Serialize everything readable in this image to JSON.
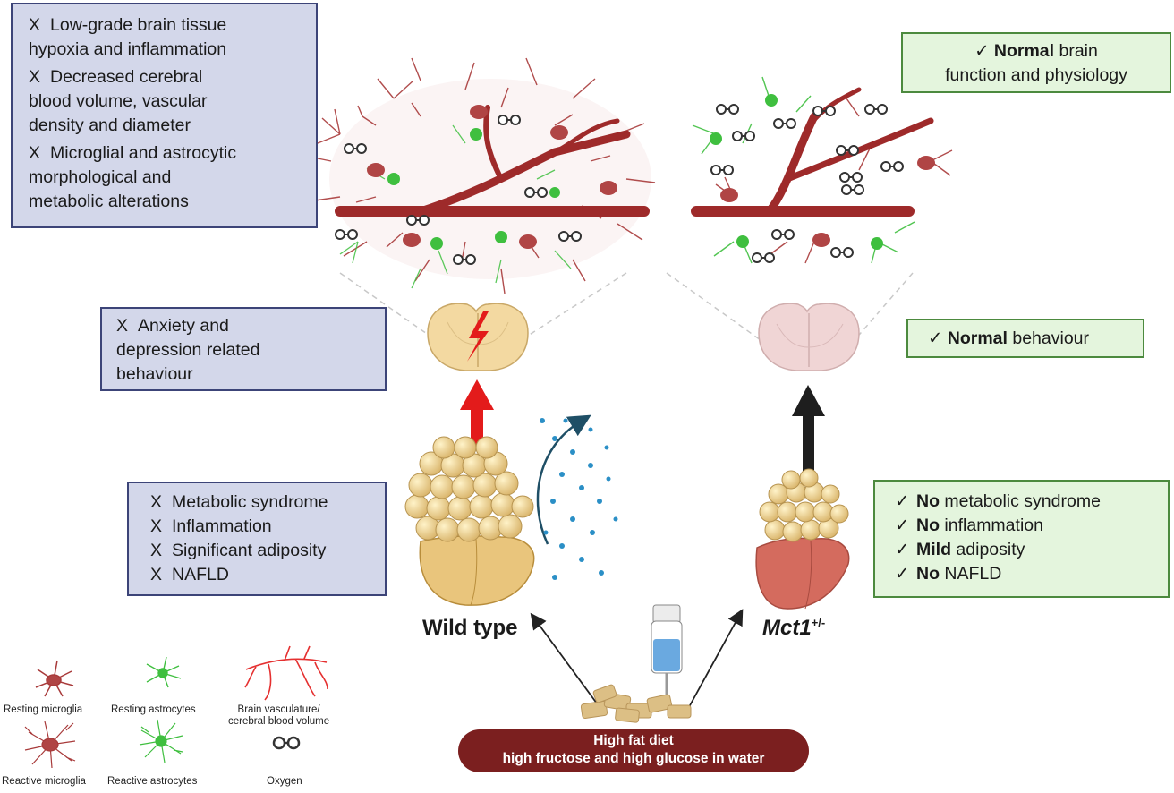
{
  "left_top_box": {
    "items": [
      {
        "mark": "X",
        "lines": [
          "Low-grade brain tissue",
          "hypoxia and inflammation"
        ]
      },
      {
        "mark": "X",
        "lines": [
          "Decreased cerebral",
          "blood volume, vascular",
          "density and diameter"
        ]
      },
      {
        "mark": "X",
        "lines": [
          "Microglial and astrocytic",
          "morphological and",
          "metabolic alterations"
        ]
      }
    ]
  },
  "left_mid_box": {
    "mark": "X",
    "lines": [
      "Anxiety and",
      "depression related",
      "behaviour"
    ]
  },
  "left_low_box": {
    "items": [
      {
        "mark": "X",
        "text": "Metabolic syndrome"
      },
      {
        "mark": "X",
        "text": "Inflammation"
      },
      {
        "mark": "X",
        "text": "Significant adiposity"
      },
      {
        "mark": "X",
        "text": "NAFLD"
      }
    ]
  },
  "right_top_box": {
    "mark": "✓",
    "bold": "Normal",
    "line1_rest": " brain",
    "line2": "function and physiology"
  },
  "right_mid_box": {
    "mark": "✓",
    "bold": "Normal",
    "rest": " behaviour"
  },
  "right_low_box": {
    "items": [
      {
        "mark": "✓",
        "bold": "No",
        "rest": " metabolic syndrome"
      },
      {
        "mark": "✓",
        "bold": "No",
        "rest": " inflammation"
      },
      {
        "mark": "✓",
        "bold": "Mild",
        "rest": " adiposity"
      },
      {
        "mark": "✓",
        "bold": "No",
        "rest": " NAFLD"
      }
    ]
  },
  "labels": {
    "wild_type": "Wild type",
    "mct1_name": "Mct1",
    "mct1_sup": "+/-"
  },
  "diet": {
    "line1": "High fat diet",
    "line2": "high fructose and high glucose in water"
  },
  "legend": {
    "resting_microglia": "Resting microglia",
    "resting_astrocytes": "Resting astrocytes",
    "vasculature_line1": "Brain vasculature/",
    "vasculature_line2": "cerebral blood volume",
    "reactive_microglia": "Reactive microglia",
    "reactive_astrocytes": "Reactive astrocytes",
    "oxygen": "Oxygen"
  },
  "colors": {
    "negative_fill": "#d3d7ea",
    "negative_border": "#3c4478",
    "positive_fill": "#e4f5dd",
    "positive_border": "#4c8a3e",
    "microglia": "#a83a3a",
    "astrocyte": "#3fbf3f",
    "vessel": "#9e2a2a",
    "diet_bar": "#7b1f1f",
    "impact_arrow": "#e31b1b"
  }
}
